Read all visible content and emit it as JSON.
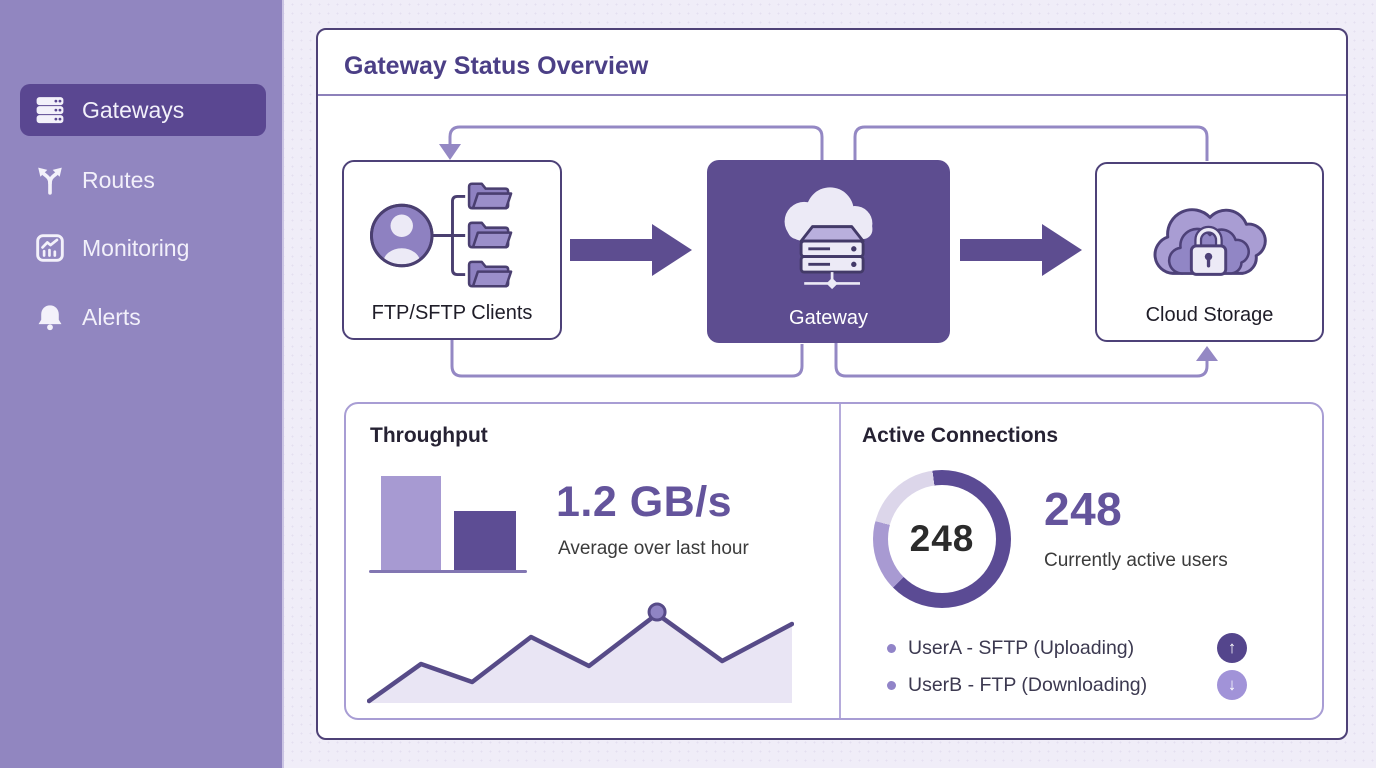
{
  "header": {
    "title": "Gateway Status Overview"
  },
  "sidebar": {
    "items": [
      {
        "label": "Gateways",
        "icon": "servers-icon",
        "active": true
      },
      {
        "label": "Routes",
        "icon": "routes-icon",
        "active": false
      },
      {
        "label": "Monitoring",
        "icon": "monitoring-icon",
        "active": false
      },
      {
        "label": "Alerts",
        "icon": "bell-icon",
        "active": false
      }
    ]
  },
  "diagram": {
    "nodes": [
      {
        "id": "clients",
        "label": "FTP/SFTP Clients",
        "icon": "user-folders-icon"
      },
      {
        "id": "gateway",
        "label": "Gateway",
        "icon": "cloud-server-icon"
      },
      {
        "id": "cloud",
        "label": "Cloud Storage",
        "icon": "cloud-lock-icon"
      }
    ],
    "flow": "FTP/SFTP Clients -> Gateway -> Cloud Storage"
  },
  "throughput": {
    "title": "Throughput",
    "value": "1.2 GB/s",
    "caption": "Average over last hour",
    "chart_data": {
      "type": "area",
      "title": "Throughput trend",
      "points_norm": [
        [
          0,
          0
        ],
        [
          0.123,
          0.37
        ],
        [
          0.244,
          0.19
        ],
        [
          0.383,
          0.64
        ],
        [
          0.52,
          0.35
        ],
        [
          0.681,
          0.87
        ],
        [
          0.835,
          0.4
        ],
        [
          1,
          0.77
        ]
      ],
      "marker_index": 5,
      "bar_chart": {
        "type": "bar",
        "values_norm": [
          0.95,
          0.6
        ]
      },
      "line_color": "#574b88",
      "fill_color": "#e9e5f4",
      "marker_color": "#9084c4"
    }
  },
  "connections": {
    "title": "Active Connections",
    "donut": {
      "label": "248",
      "segments": [
        {
          "from": 0,
          "to": 225,
          "color": "#5b4b94"
        },
        {
          "from": 225,
          "to": 285,
          "color": "#a89ad2"
        },
        {
          "from": 285,
          "to": 352,
          "color": "#dcd6ea"
        },
        {
          "from": 352,
          "to": 360,
          "color": "#5b4b94"
        }
      ]
    },
    "value": "248",
    "caption": "Currently active users",
    "users": [
      {
        "text": "UserA - SFTP (Uploading)",
        "direction": "up",
        "arrow": "↑"
      },
      {
        "text": "UserB - FTP (Downloading)",
        "direction": "down",
        "arrow": "↓"
      }
    ]
  },
  "colors": {
    "sidebar_bg": "#9186c0",
    "sidebar_active_bg": "#5a4791",
    "page_bg": "#f0edf8",
    "panel_border": "#4e4177",
    "title_color": "#4b3f86",
    "gateway_box_bg": "#5d4d90",
    "flow_arrow": "#5d4d90",
    "connector_line": "#9488c4",
    "accent_value_text": "#64549c",
    "bar_light": "#a79ad2",
    "bar_dark": "#5d4d94",
    "badge_up_bg": "#54458c",
    "badge_down_bg": "#a193d8"
  }
}
